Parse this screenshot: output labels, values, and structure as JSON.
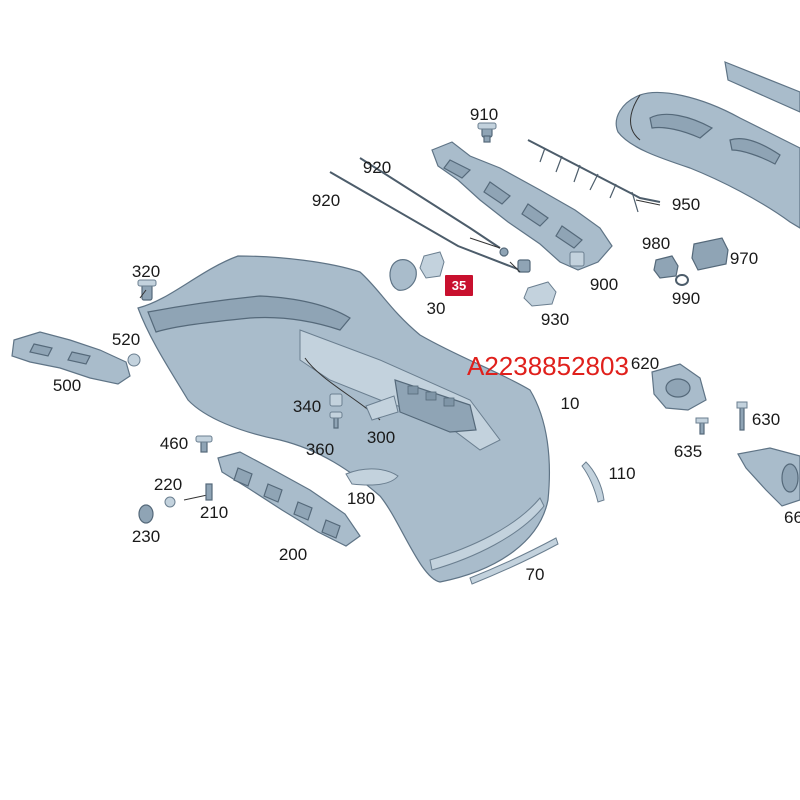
{
  "part_number": "A2238852803",
  "highlight_badge": {
    "label": "35",
    "color": "#c8102e"
  },
  "colors": {
    "part_fill": "#a9bccb",
    "part_stroke": "#5f7486",
    "annotation_red": "#e0201c"
  },
  "callouts": {
    "c910": "910",
    "c920a": "920",
    "c920b": "920",
    "c950": "950",
    "c980": "980",
    "c970": "970",
    "c900": "900",
    "c990": "990",
    "c930": "930",
    "c320": "320",
    "c30": "30",
    "c520": "520",
    "c500": "500",
    "c620": "620",
    "c340": "340",
    "c10": "10",
    "c630": "630",
    "c460": "460",
    "c360": "360",
    "c300": "300",
    "c635": "635",
    "c110": "110",
    "c220": "220",
    "c180": "180",
    "c210": "210",
    "c66": "66",
    "c230": "230",
    "c200": "200",
    "c70": "70"
  }
}
